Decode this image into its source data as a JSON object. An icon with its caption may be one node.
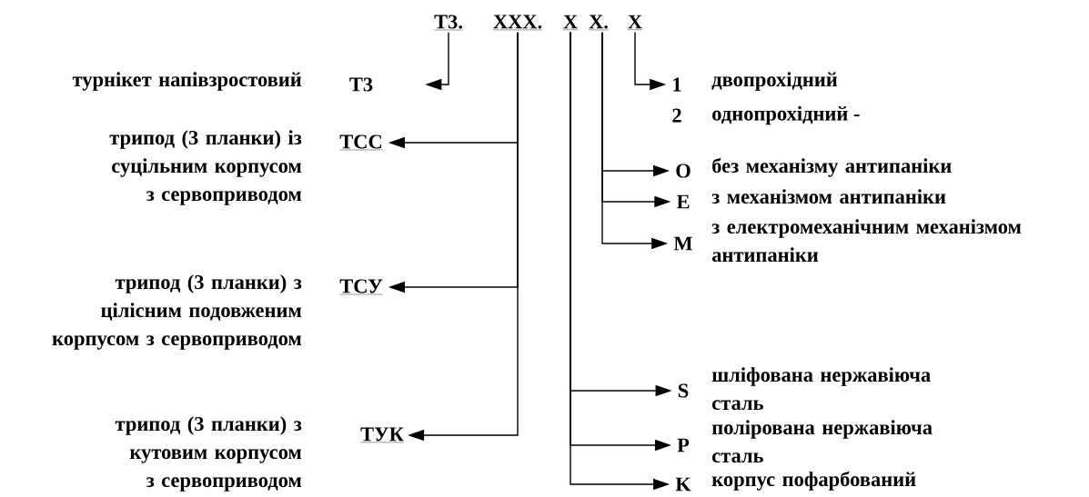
{
  "diagram": {
    "nodes": [
      {
        "text": [
          "Т3."
        ]
      },
      {
        "text": [
          "ХХХ."
        ]
      },
      {
        "text": [
          "Х"
        ]
      },
      {
        "text": [
          "Х."
        ]
      },
      {
        "text": [
          "Х"
        ]
      },
      {
        "text": [
          "Т3"
        ],
        "beside": [
          "турнікет напівзростовий"
        ]
      },
      {
        "text": [
          "ТСС"
        ],
        "beside": [
          "трипод (3 планки) із суцільним корпусом з сервоприводом"
        ]
      },
      {
        "text": [
          "ТСУ"
        ],
        "beside": [
          "трипод (3 планки) з цілісним подовженим корпусом з сервоприводом"
        ]
      },
      {
        "text": [
          "ТУК"
        ],
        "beside": [
          "трипод (3 планки) з кутовим корпусом з сервоприводом"
        ]
      },
      {
        "text": [
          "1"
        ],
        "beside": [
          "двопрохідний"
        ]
      },
      {
        "text": [
          "O"
        ],
        "beside": [
          "без механізму антипаніки"
        ]
      },
      {
        "text": [
          "E"
        ],
        "beside": [
          "з механізмом антипаніки"
        ]
      },
      {
        "text": [
          "M"
        ],
        "beside": [
          "з електромеханічним механізмом антипаніки"
        ]
      },
      {
        "text": [
          "S"
        ],
        "beside": [
          "шліфована  нержавіюча сталь"
        ]
      },
      {
        "text": [
          "P"
        ],
        "beside": [
          "полірована нержавіюча сталь"
        ]
      },
      {
        "text": [
          "K"
        ],
        "beside": [
          "корпус пофарбований"
        ]
      }
    ],
    "edges": [
      {
        "from": 0,
        "to": 5,
        "arrow": "to"
      },
      {
        "from": 1,
        "to": 6,
        "arrow": "to"
      },
      {
        "from": 1,
        "to": 7,
        "arrow": "to"
      },
      {
        "from": 1,
        "to": 8,
        "arrow": "to"
      },
      {
        "from": 4,
        "to": 9,
        "arrow": "to"
      },
      {
        "from": 3,
        "to": 10,
        "arrow": "to"
      },
      {
        "from": 3,
        "to": 11,
        "arrow": "to"
      },
      {
        "from": 3,
        "to": 12,
        "arrow": "to"
      },
      {
        "from": 2,
        "to": 13,
        "arrow": "to"
      },
      {
        "from": 2,
        "to": 14,
        "arrow": "to"
      },
      {
        "from": 2,
        "to": 15,
        "arrow": "to"
      }
    ],
    "labels": [
      "2",
      "однопрохідний -"
    ]
  }
}
